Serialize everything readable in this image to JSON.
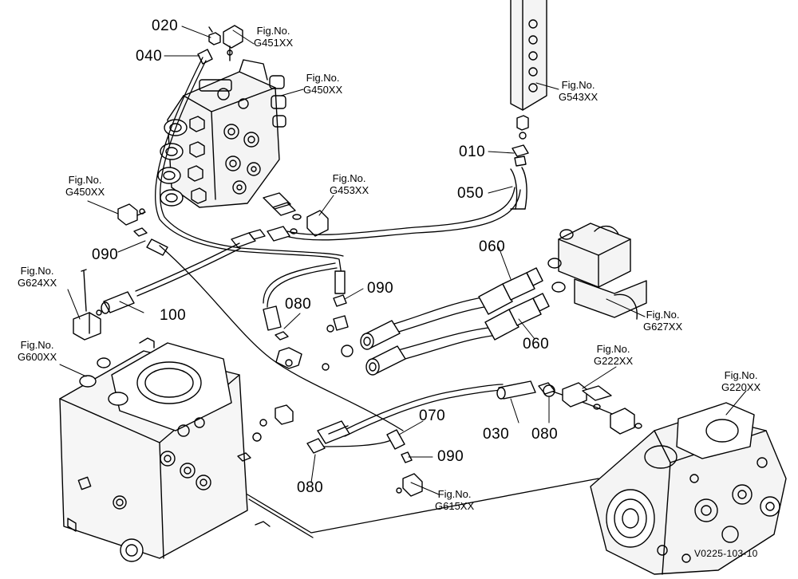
{
  "parts": {
    "p010": "010",
    "p020": "020",
    "p030": "030",
    "p040": "040",
    "p050": "050",
    "p060a": "060",
    "p060b": "060",
    "p070": "070",
    "p080a": "080",
    "p080b": "080",
    "p080c": "080",
    "p090a": "090",
    "p090b": "090",
    "p090c": "090",
    "p100": "100"
  },
  "figs": {
    "prefix": "Fig.No.",
    "g451": "G451XX",
    "g450a": "G450XX",
    "g450b": "G450XX",
    "g543": "G543XX",
    "g453": "G453XX",
    "g624": "G624XX",
    "g600": "G600XX",
    "g627": "G627XX",
    "g222": "G222XX",
    "g220": "G220XX",
    "g615": "G615XX"
  },
  "drawing_code": "V0225-103-10"
}
